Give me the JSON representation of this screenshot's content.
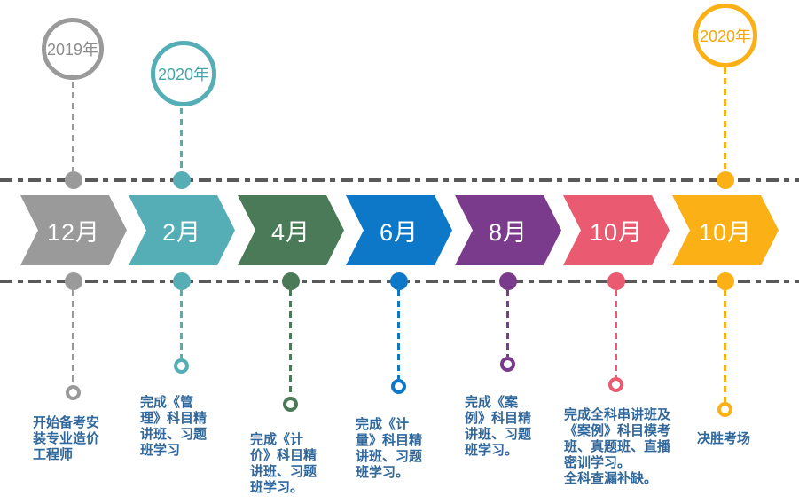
{
  "timeline": {
    "axis_color": "#595959",
    "description_color": "#31689B",
    "milestones": [
      {
        "month": "12月",
        "color": "#9A9A9A",
        "year": "2019年",
        "description": "开始备考安\n装专业造价\n工程师"
      },
      {
        "month": "2月",
        "color": "#55AEB5",
        "year": "2020年",
        "description": "完成《管\n理》科目精\n讲班、习题\n班学习"
      },
      {
        "month": "4月",
        "color": "#4A7A57",
        "description": "完成《计\n价》科目精\n讲班、习题\n班学习。"
      },
      {
        "month": "6月",
        "color": "#0E78C8",
        "description": "完成《计\n量》科目精\n讲班、习题\n班学习。"
      },
      {
        "month": "8月",
        "color": "#7B3B8D",
        "description": "完成《案\n例》科目精\n讲班、习题\n班学习。"
      },
      {
        "month": "10月",
        "color": "#EA5A70",
        "description": "完成全科串讲班及\n《案例》科目模考\n班、真题班、直播\n密训学习。\n全科查漏补缺。"
      },
      {
        "month": "10月",
        "color": "#FBB016",
        "year": "2020年",
        "description": "决胜考场"
      }
    ]
  }
}
